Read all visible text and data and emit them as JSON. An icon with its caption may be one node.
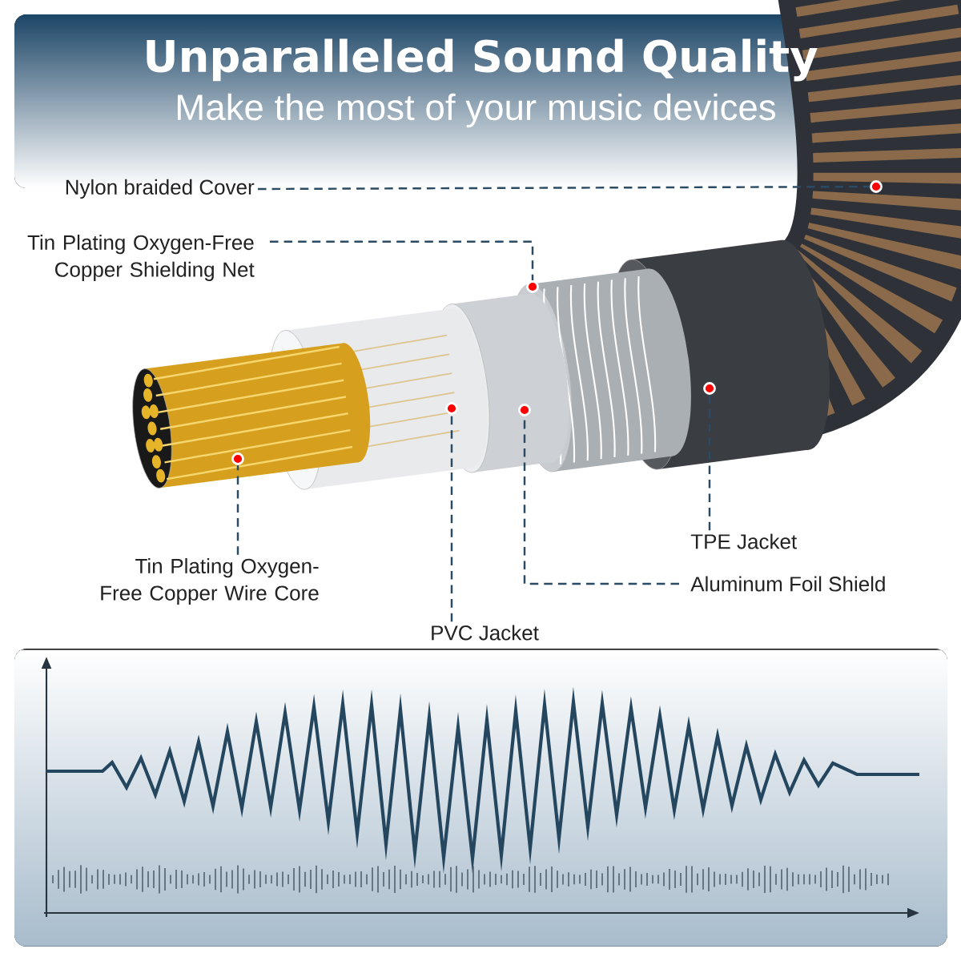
{
  "diagram": {
    "title": "Unparalleled Sound Quality",
    "nodes": [
      {
        "text": [
          "Nylon braided Cover"
        ]
      },
      {
        "text": [
          "Tin Plating Oxygen-Free Copper Shielding Net"
        ]
      },
      {
        "text": [
          "Tin Plating Oxygen-Free Copper Wire Core"
        ]
      },
      {
        "text": [
          "PVC Jacket"
        ]
      },
      {
        "text": [
          "Aluminum Foil Shield"
        ]
      },
      {
        "text": [
          "TPE Jacket"
        ]
      },
      {
        "text": [],
        "shape": "circle"
      },
      {
        "text": [],
        "shape": "circle"
      },
      {
        "text": [],
        "shape": "circle"
      },
      {
        "text": [],
        "shape": "circle"
      },
      {
        "text": [],
        "shape": "circle"
      },
      {
        "text": [],
        "shape": "circle"
      }
    ],
    "edges": [
      {
        "from": 0,
        "to": 6,
        "arrow": "none",
        "style": "dashed"
      },
      {
        "from": 1,
        "to": 7,
        "arrow": "none",
        "style": "dashed"
      },
      {
        "from": 2,
        "to": 8,
        "arrow": "none",
        "style": "dashed"
      },
      {
        "from": 3,
        "to": 9,
        "arrow": "none",
        "style": "dashed"
      },
      {
        "from": 4,
        "to": 10,
        "arrow": "none",
        "style": "dashed"
      },
      {
        "from": 5,
        "to": 11,
        "arrow": "none",
        "style": "dashed"
      }
    ],
    "labels": [
      "Make the most of your music devices"
    ]
  }
}
